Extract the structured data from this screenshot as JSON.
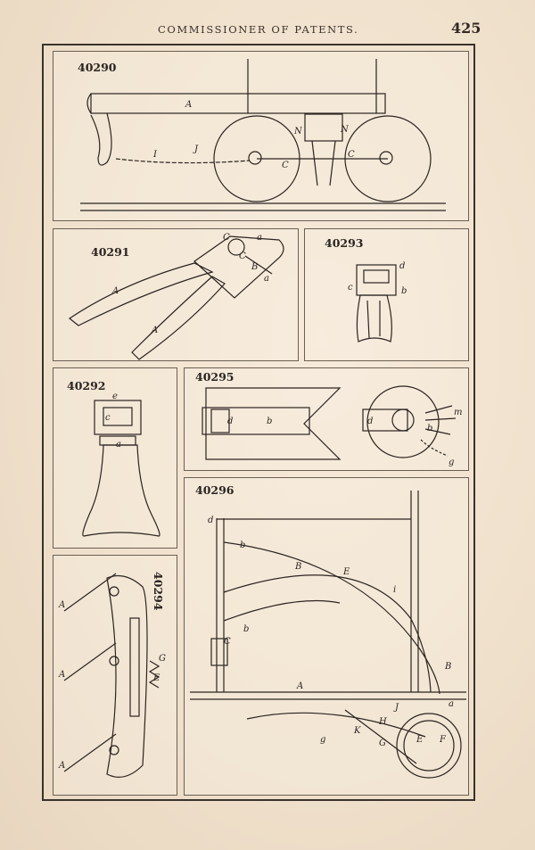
{
  "header": {
    "title": "COMMISSIONER OF PATENTS.",
    "page_number": "425"
  },
  "figures": [
    {
      "number": "40290",
      "labels": [
        "A",
        "I",
        "J",
        "N",
        "N",
        "C",
        "C"
      ]
    },
    {
      "number": "40291",
      "labels": [
        "C",
        "a",
        "C",
        "B",
        "a",
        "A",
        "A"
      ]
    },
    {
      "number": "40293",
      "labels": [
        "d",
        "c",
        "b"
      ]
    },
    {
      "number": "40292",
      "labels": [
        "e",
        "c",
        "a"
      ]
    },
    {
      "number": "40295",
      "labels": [
        "d",
        "b",
        "d",
        "m",
        "b",
        "g"
      ]
    },
    {
      "number": "40294",
      "labels": [
        "A",
        "A",
        "A",
        "G",
        "E"
      ]
    },
    {
      "number": "40296",
      "labels": [
        "d",
        "b",
        "B",
        "E",
        "i",
        "b",
        "C",
        "B",
        "A",
        "a",
        "J",
        "H",
        "K",
        "G",
        "E",
        "F",
        "g"
      ]
    }
  ]
}
